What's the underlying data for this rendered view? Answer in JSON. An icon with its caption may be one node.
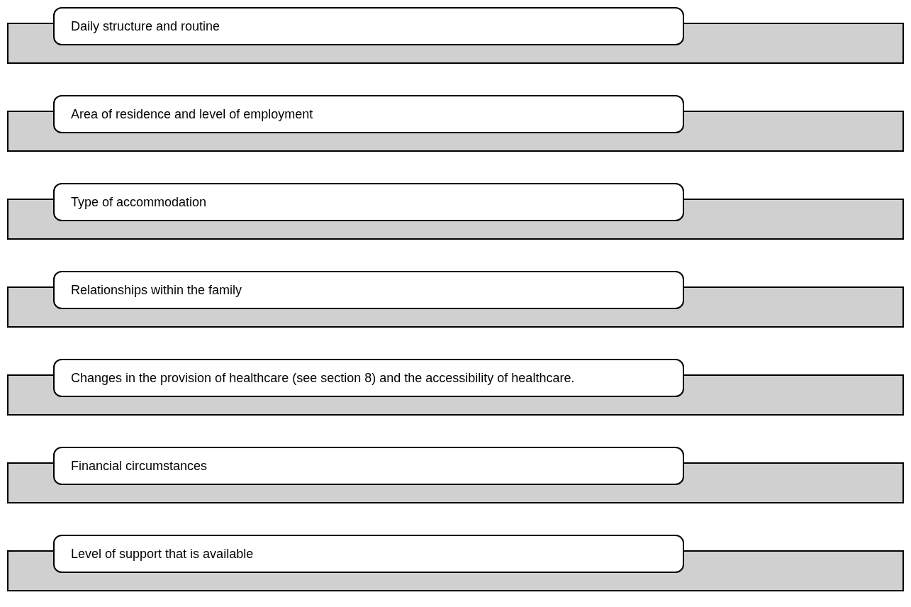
{
  "diagram": {
    "nodes": [
      {
        "text": [
          "Daily structure and routine"
        ]
      },
      {
        "text": [
          "Area of residence and level of employment"
        ]
      },
      {
        "text": [
          "Type of accommodation"
        ]
      },
      {
        "text": [
          "Relationships within the family"
        ]
      },
      {
        "text": [
          "Changes in the provision of healthcare (see section 8) and the accessibility of healthcare."
        ]
      },
      {
        "text": [
          "Financial circumstances"
        ]
      },
      {
        "text": [
          "Level of support that is available"
        ]
      }
    ]
  }
}
